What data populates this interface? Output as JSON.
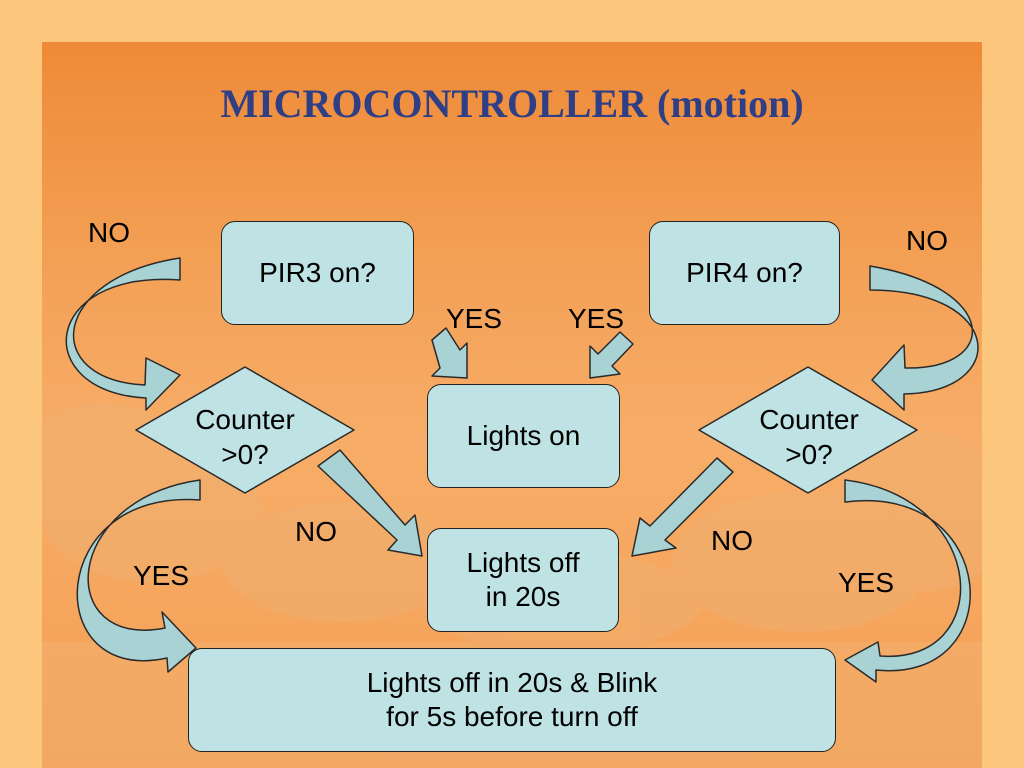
{
  "title": "MICROCONTROLLER (motion)",
  "nodes": {
    "pir3": "PIR3 on?",
    "pir4": "PIR4 on?",
    "lights_on": "Lights on",
    "counter_left_line1": "Counter",
    "counter_left_line2": ">0?",
    "counter_right_line1": "Counter",
    "counter_right_line2": ">0?",
    "lights_off_line1": "Lights off",
    "lights_off_line2": "in 20s",
    "blink_line1": "Lights off in 20s & Blink",
    "blink_line2": "for 5s before turn off"
  },
  "labels": {
    "no_top_left": "NO",
    "no_top_right": "NO",
    "yes_left_center": "YES",
    "yes_right_center": "YES",
    "no_mid_left": "NO",
    "no_mid_right": "NO",
    "yes_bottom_left": "YES",
    "yes_bottom_right": "YES"
  },
  "colors": {
    "node_fill": "#bfe3e4",
    "arrow_fill": "#a9d2d4",
    "title": "#2e3f86",
    "background": "#fcc67c"
  }
}
